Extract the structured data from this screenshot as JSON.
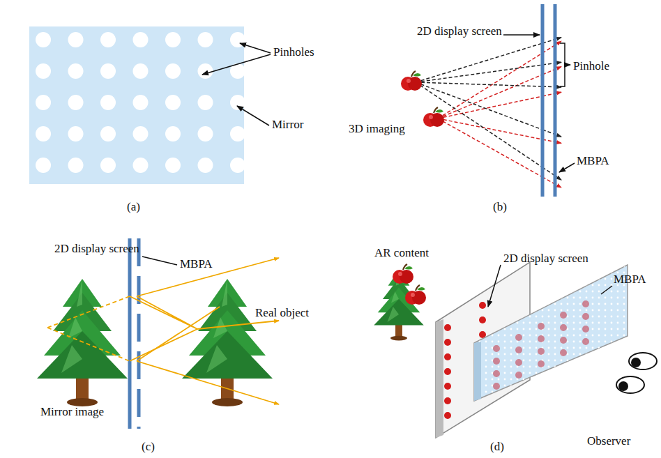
{
  "diagram": {
    "labels": [
      "Pinholes",
      "Mirror",
      "(a)",
      "2D display screen",
      "Pinhole",
      "3D imaging",
      "MBPA",
      "(b)",
      "2D display screen",
      "MBPA",
      "Real object",
      "Mirror image",
      "(c)",
      "AR content",
      "2D display screen",
      "MBPA",
      "Observer",
      "(d)"
    ]
  }
}
